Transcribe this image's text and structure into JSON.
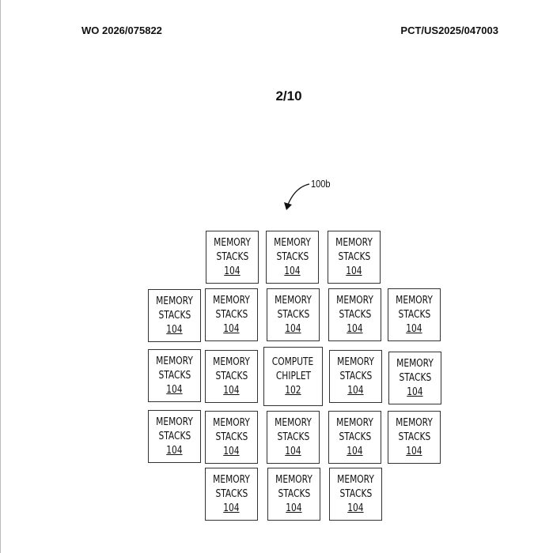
{
  "header": {
    "publication_number": "WO 2026/075822",
    "application_number": "PCT/US2025/047003"
  },
  "sheet": "2/10",
  "figure_ref": "100b",
  "blocks": [
    {
      "line1": "MEMORY",
      "line2": "STACKS",
      "ref": "104"
    },
    {
      "line1": "MEMORY",
      "line2": "STACKS",
      "ref": "104"
    },
    {
      "line1": "MEMORY",
      "line2": "STACKS",
      "ref": "104"
    },
    {
      "line1": "MEMORY",
      "line2": "STACKS",
      "ref": "104"
    },
    {
      "line1": "MEMORY",
      "line2": "STACKS",
      "ref": "104"
    },
    {
      "line1": "MEMORY",
      "line2": "STACKS",
      "ref": "104"
    },
    {
      "line1": "MEMORY",
      "line2": "STACKS",
      "ref": "104"
    },
    {
      "line1": "MEMORY",
      "line2": "STACKS",
      "ref": "104"
    },
    {
      "line1": "MEMORY",
      "line2": "STACKS",
      "ref": "104"
    },
    {
      "line1": "MEMORY",
      "line2": "STACKS",
      "ref": "104"
    },
    {
      "line1": "COMPUTE",
      "line2": "CHIPLET",
      "ref": "102"
    },
    {
      "line1": "MEMORY",
      "line2": "STACKS",
      "ref": "104"
    },
    {
      "line1": "MEMORY",
      "line2": "STACKS",
      "ref": "104"
    },
    {
      "line1": "MEMORY",
      "line2": "STACKS",
      "ref": "104"
    },
    {
      "line1": "MEMORY",
      "line2": "STACKS",
      "ref": "104"
    },
    {
      "line1": "MEMORY",
      "line2": "STACKS",
      "ref": "104"
    },
    {
      "line1": "MEMORY",
      "line2": "STACKS",
      "ref": "104"
    },
    {
      "line1": "MEMORY",
      "line2": "STACKS",
      "ref": "104"
    },
    {
      "line1": "MEMORY",
      "line2": "STACKS",
      "ref": "104"
    },
    {
      "line1": "MEMORY",
      "line2": "STACKS",
      "ref": "104"
    },
    {
      "line1": "MEMORY",
      "line2": "STACKS",
      "ref": "104"
    }
  ]
}
